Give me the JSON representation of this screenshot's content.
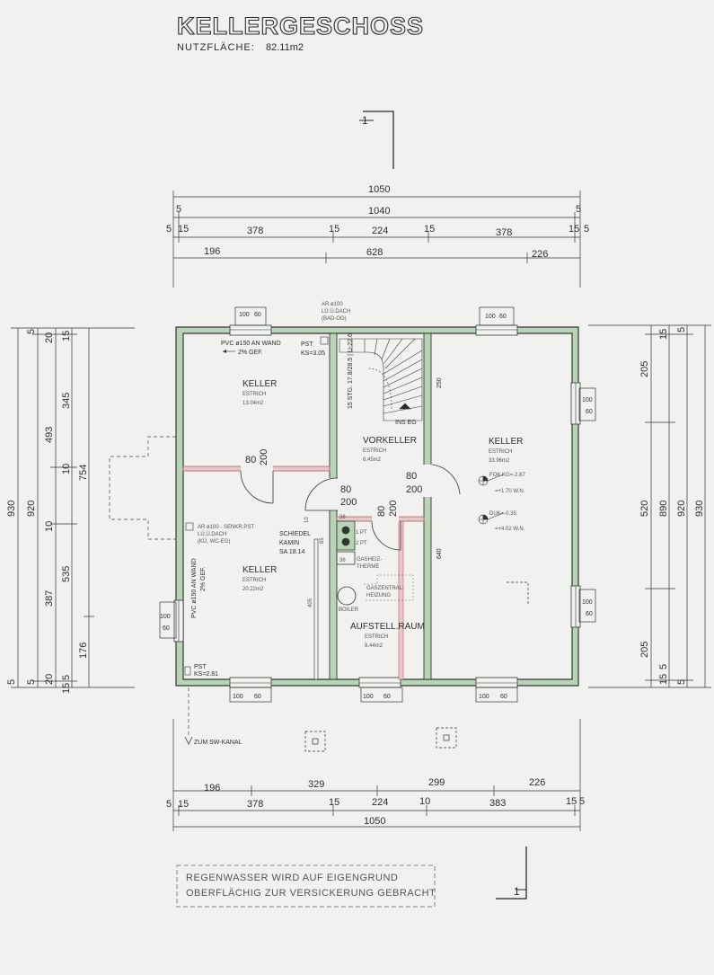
{
  "header": {
    "title": "KELLERGESCHOSS",
    "area_label": "NUTZFLÄCHE:",
    "area_value": "82.11m2"
  },
  "rooms": [
    {
      "name": "KELLER",
      "floor": "ESTRICH",
      "area": "13.04m2"
    },
    {
      "name": "KELLER",
      "floor": "ESTRICH",
      "area": "20.22m2"
    },
    {
      "name": "VORKELLER",
      "floor": "ESTRICH",
      "area": "6.45m2"
    },
    {
      "name": "KELLER",
      "floor": "ESTRICH",
      "area": "33.96m2"
    },
    {
      "name": "AUFSTELL.RAUM",
      "floor": "ESTRICH",
      "area": "8.44m2"
    }
  ],
  "annotations": {
    "pvc_top": "PVC ø150 AN WAND",
    "pvc_top_slope": "2% GEF.",
    "pst_top": "PST",
    "ks_top": "KS=3.05",
    "ar_top": "AR ø100",
    "ar_top_sub1": "LÜ.Ü.DACH",
    "ar_top_sub2": "(BAD-OG)",
    "ar_left": "AR ø100 - SENKR.PST",
    "ar_left_sub1": "LÜ.Ü.DACH",
    "ar_left_sub2": "(KÜ, WC-EG)",
    "pvc_left": "PVC ø150 AN WAND",
    "pvc_left_slope": "2% GEF.",
    "pst_bottom": "PST",
    "ks_bottom": "KS=2.81",
    "schiedel1": "SCHIEDEL",
    "schiedel2": "KAMIN",
    "schiedel3": "SA 18.14",
    "gas1": "GASHEIZ-",
    "gas2": "THERME",
    "gz1": "GASZENTRAL-",
    "gz2": "HEIZUNG",
    "boiler": "BOILER",
    "fok1": "FOK.KG=-2.67",
    "fok2": "=+1.70 W.N.",
    "duk1": "DUK=-0.35",
    "duk2": "=+4.02 W.N.",
    "stairs_up": "INS EG",
    "stairs_spec": "15 STG. 17.8/28.5 | U-22.6",
    "sw_kanal": "ZUM SW-KANAL",
    "pt1": "1 PT",
    "pt2": "2 PT"
  },
  "dimensions": {
    "top": [
      "1050",
      "5",
      "1040",
      "5",
      "5",
      "15",
      "378",
      "15",
      "224",
      "15",
      "378",
      "15",
      "5",
      "196",
      "628",
      "226"
    ],
    "bottom": [
      "196",
      "329",
      "299",
      "226",
      "5",
      "15",
      "378",
      "15",
      "224",
      "10",
      "383",
      "15",
      "5",
      "1050"
    ],
    "left": [
      "930",
      "5",
      "920",
      "20",
      "5",
      "15",
      "345",
      "493",
      "10",
      "754",
      "10",
      "535",
      "387",
      "176",
      "20",
      "5",
      "15",
      "5"
    ],
    "right": [
      "15",
      "5",
      "205",
      "930",
      "520",
      "890",
      "920",
      "205",
      "15",
      "5",
      "5"
    ],
    "windows": [
      "100",
      "60",
      "100",
      "60",
      "100",
      "60",
      "100",
      "60",
      "100",
      "60",
      "100",
      "60",
      "100",
      "60",
      "100",
      "60"
    ],
    "doors": [
      "80",
      "200",
      "80",
      "200",
      "80",
      "200",
      "80",
      "200"
    ],
    "inner": [
      "250",
      "640",
      "65",
      "10",
      "405",
      "36",
      "36"
    ]
  },
  "footer_note": {
    "line1": "REGENWASSER WIRD AUF EIGENGRUND",
    "line2": "OBERFLÄCHIG ZUR VERSICKERUNG GEBRACHT"
  },
  "section_marker": "1",
  "colors": {
    "wall_fill": "#b9d3b7",
    "wall_stroke": "#2f3a31",
    "partition": "#b85c5c",
    "paper": "#f1f1ef",
    "ink": "#2a2a2a"
  }
}
